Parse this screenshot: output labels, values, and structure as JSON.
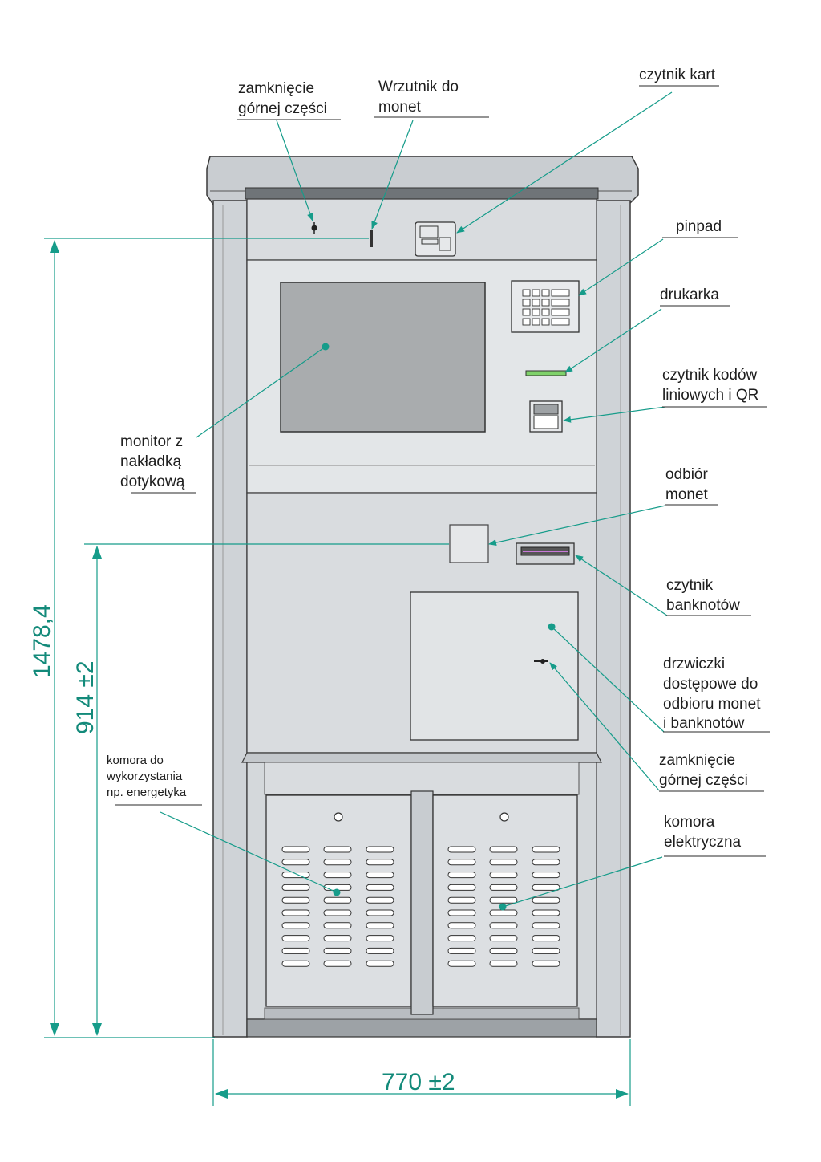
{
  "labels": {
    "top_lock": [
      "zamknięcie",
      "górnej części"
    ],
    "coin_slot": [
      "Wrzutnik do",
      "monet"
    ],
    "card_reader": [
      "czytnik kart"
    ],
    "pinpad": [
      "pinpad"
    ],
    "printer": [
      "drukarka"
    ],
    "barcode_reader": [
      "czytnik kodów",
      "liniowych i QR"
    ],
    "monitor": [
      "monitor z",
      "nakładką",
      "dotykową"
    ],
    "coin_return": [
      "odbiór",
      "monet"
    ],
    "banknote_reader": [
      "czytnik",
      "banknotów"
    ],
    "access_door": [
      "drzwiczki",
      "dostępowe do",
      "odbioru monet",
      "i banknotów"
    ],
    "door_lock": [
      "zamknięcie",
      "górnej części"
    ],
    "aux_chamber": [
      "komora do",
      "wykorzystania",
      "np. energetyka"
    ],
    "electrical_chamber": [
      "komora",
      "elektryczna"
    ]
  },
  "dimensions": {
    "total_height": "1478,4",
    "interface_height": "914 ±2",
    "width": "770 ±2"
  },
  "colors": {
    "accent": "#169c8a",
    "body": "#dfe2e5",
    "screen": "#a9acae"
  }
}
